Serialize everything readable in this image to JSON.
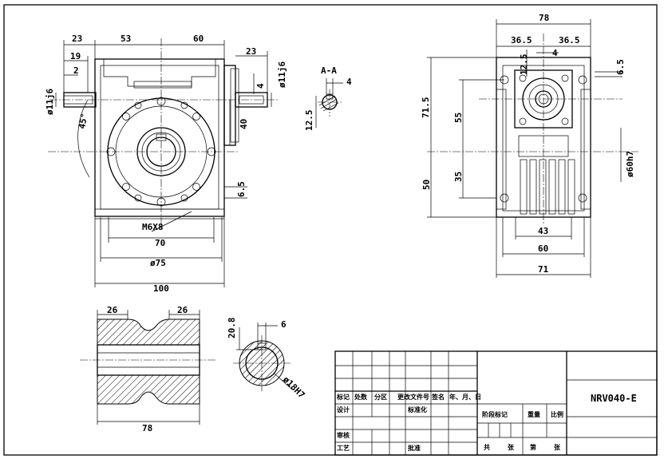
{
  "part_code": "NRV040-E",
  "section_label": "A-A",
  "front_view": {
    "dim_23_left": "23",
    "dim_53": "53",
    "dim_60": "60",
    "dim_19": "19",
    "dim_2": "2",
    "dim_shaft_left": "ø11j6",
    "dim_23_right": "23",
    "dim_shaft_right": "ø11j6",
    "dim_4_right": "4",
    "dim_40": "40",
    "dim_45deg": "45°",
    "dim_6_5": "6.5",
    "thread_m6": "M6X8",
    "dim_70": "70",
    "dim_75": "ø75",
    "dim_100": "100"
  },
  "section_view": {
    "dim_4": "4",
    "dim_12_5": "12.5"
  },
  "side_view": {
    "dim_78": "78",
    "dim_36_5_left": "36.5",
    "dim_36_5_right": "36.5",
    "dim_12_5": "12.5",
    "dim_4": "4",
    "dim_6_5": "6.5",
    "dim_71_5": "71.5",
    "dim_55": "55",
    "dim_35": "35",
    "dim_50": "50",
    "dim_60h7": "ø60h7",
    "dim_43": "43",
    "dim_60": "60",
    "dim_71": "71"
  },
  "shaft_view": {
    "dim_26_left": "26",
    "dim_26_right": "26",
    "dim_78": "78"
  },
  "bore_view": {
    "dim_20_8": "20.8",
    "dim_6": "6",
    "dim_18h7": "ø18H7"
  },
  "title_block": {
    "rows": [
      [
        "标记",
        "处数",
        "分区",
        "更改文件号",
        "签名",
        "年、月、日"
      ],
      [
        "设计",
        "",
        "",
        "标准化",
        "",
        ""
      ],
      [
        "审核",
        "",
        "",
        "",
        "",
        ""
      ],
      [
        "工艺",
        "",
        "",
        "批准",
        "",
        ""
      ]
    ],
    "stage_mark": "阶段标记",
    "weight": "重量",
    "scale": "比例",
    "sheet_total": "共",
    "sheet_unit1": "张",
    "sheet_no": "第",
    "sheet_unit2": "张"
  }
}
